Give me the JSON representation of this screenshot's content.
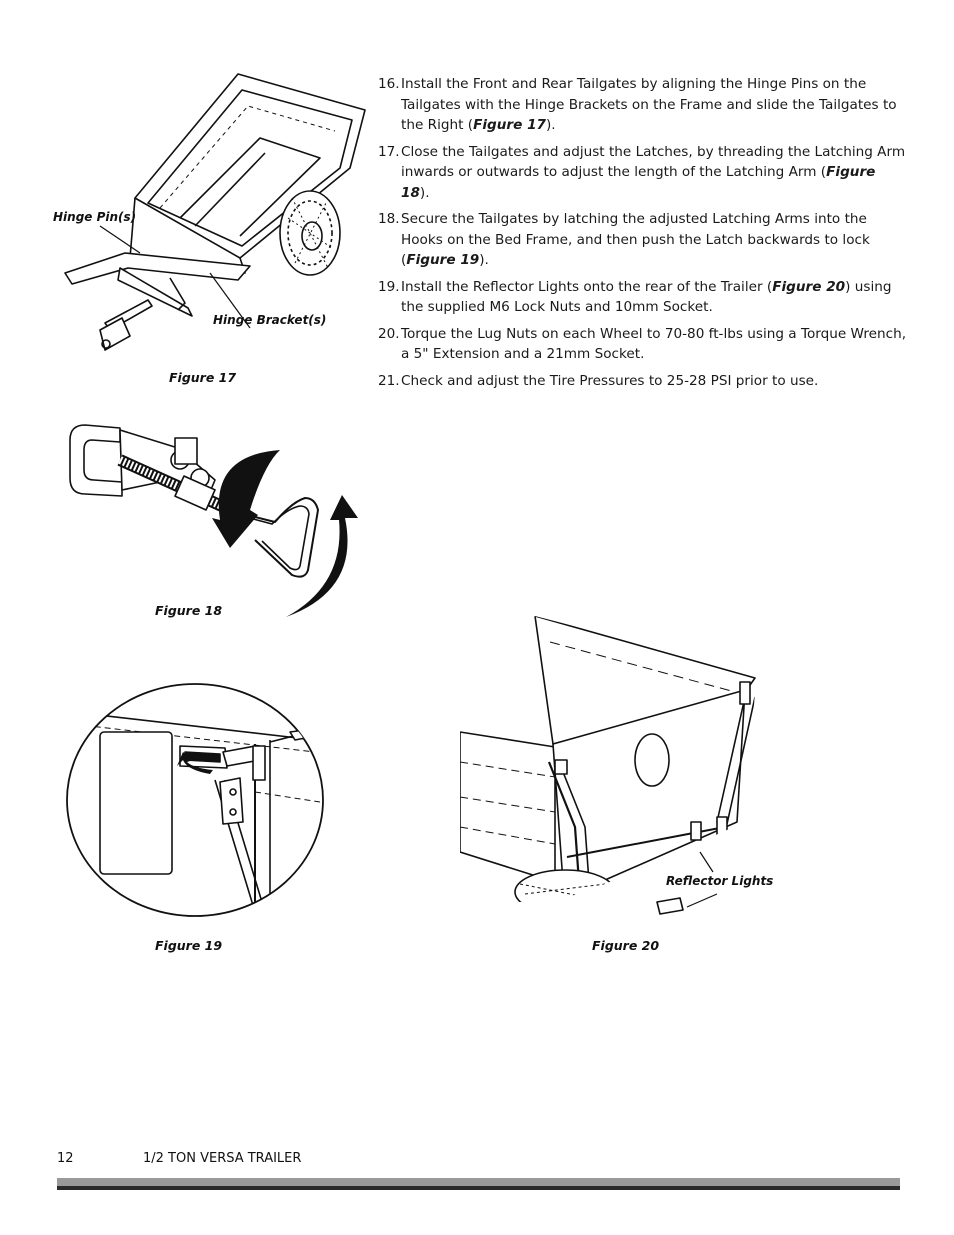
{
  "steps": [
    {
      "num": "16.",
      "before": "Install the Front and Rear Tailgates by aligning the Hinge Pins on the Tailgates with the Hinge Brackets on the Frame and slide the Tailgates to the Right (",
      "ref": "Figure 17",
      "after": ")."
    },
    {
      "num": "17.",
      "before": "Close the Tailgates and adjust the Latches, by threading the Latching Arm inwards or outwards to adjust the length of the Latching Arm (",
      "ref": "Figure 18",
      "after": ")."
    },
    {
      "num": "18.",
      "before": "Secure the Tailgates by latching the adjusted Latching Arms into the Hooks on the Bed Frame, and then push the Latch backwards to lock (",
      "ref": "Figure 19",
      "after": ")."
    },
    {
      "num": "19.",
      "before": "Install the Reflector Lights onto the rear of the Trailer (",
      "ref": "Figure 20",
      "after": ") using the supplied M6 Lock Nuts and 10mm Socket."
    },
    {
      "num": "20.",
      "before": "Torque the Lug Nuts on each Wheel to 70-80 ft-lbs using a Torque Wrench, a 5\" Extension and a 21mm Socket.",
      "ref": "",
      "after": ""
    },
    {
      "num": "21.",
      "before": "Check and adjust the Tire Pressures to 25-28 PSI prior to use.",
      "ref": "",
      "after": ""
    }
  ],
  "figures": {
    "fig17": {
      "caption": "Figure 17",
      "callout_pins": "Hinge Pin(s)",
      "callout_brackets": "Hinge Bracket(s)"
    },
    "fig18": {
      "caption": "Figure 18"
    },
    "fig19": {
      "caption": "Figure 19"
    },
    "fig20": {
      "caption": "Figure 20",
      "callout_reflector": "Reflector Lights"
    }
  },
  "footer": {
    "page_number": "12",
    "title": "1/2 TON VERSA TRAILER"
  }
}
